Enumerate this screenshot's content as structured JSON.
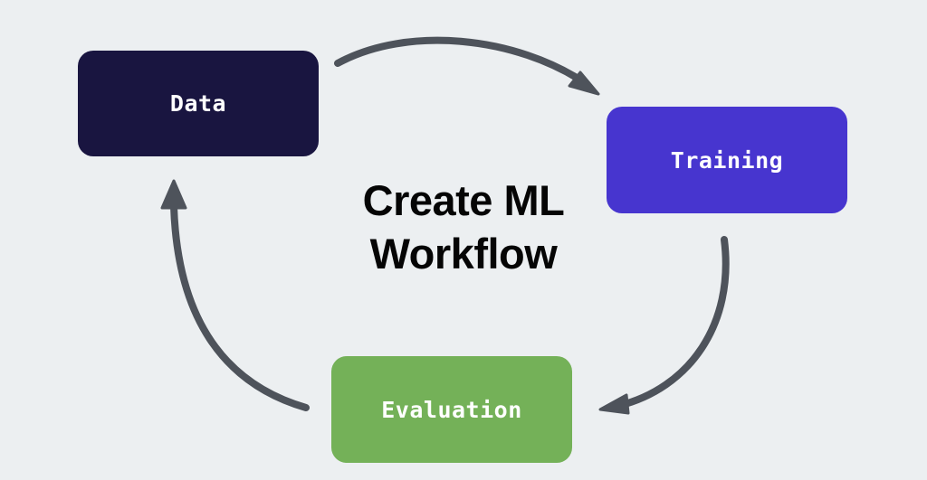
{
  "diagram": {
    "title": "Create ML\nWorkflow",
    "background_color": "#eceff1",
    "arrow_color": "#4e535b",
    "nodes": [
      {
        "id": "data",
        "label": "Data",
        "fill": "#191540",
        "text_color": "#ffffff"
      },
      {
        "id": "training",
        "label": "Training",
        "fill": "#4735cf",
        "text_color": "#ffffff"
      },
      {
        "id": "evaluation",
        "label": "Evaluation",
        "fill": "#74b158",
        "text_color": "#ffffff"
      }
    ],
    "arrows": [
      {
        "id": "data-to-training",
        "from": "data",
        "to": "training"
      },
      {
        "id": "training-to-evaluation",
        "from": "training",
        "to": "evaluation"
      },
      {
        "id": "evaluation-to-data",
        "from": "evaluation",
        "to": "data"
      }
    ]
  }
}
